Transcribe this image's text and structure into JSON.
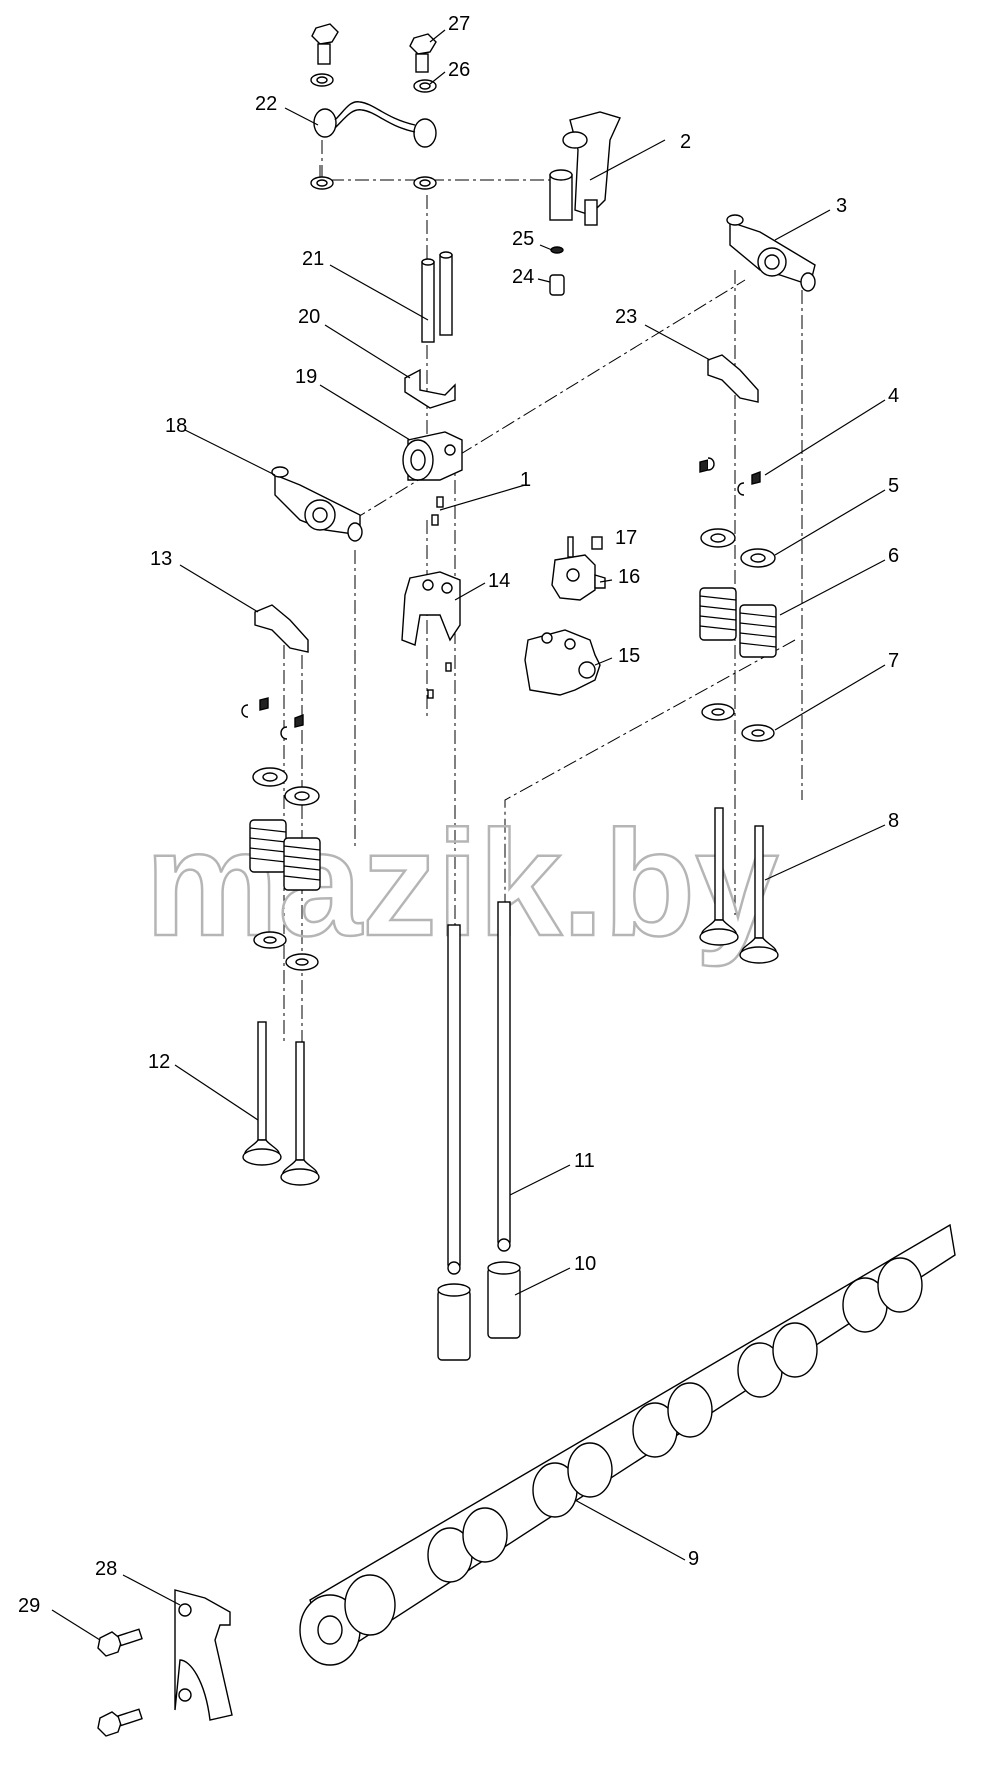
{
  "watermark": "mazik.by",
  "callouts": [
    {
      "id": "1",
      "label": "1"
    },
    {
      "id": "2",
      "label": "2"
    },
    {
      "id": "3",
      "label": "3"
    },
    {
      "id": "4",
      "label": "4"
    },
    {
      "id": "5",
      "label": "5"
    },
    {
      "id": "6",
      "label": "6"
    },
    {
      "id": "7",
      "label": "7"
    },
    {
      "id": "8",
      "label": "8"
    },
    {
      "id": "9",
      "label": "9"
    },
    {
      "id": "10",
      "label": "10"
    },
    {
      "id": "11",
      "label": "11"
    },
    {
      "id": "12",
      "label": "12"
    },
    {
      "id": "13",
      "label": "13"
    },
    {
      "id": "14",
      "label": "14"
    },
    {
      "id": "15",
      "label": "15"
    },
    {
      "id": "16",
      "label": "16"
    },
    {
      "id": "17",
      "label": "17"
    },
    {
      "id": "18",
      "label": "18"
    },
    {
      "id": "19",
      "label": "19"
    },
    {
      "id": "20",
      "label": "20"
    },
    {
      "id": "21",
      "label": "21"
    },
    {
      "id": "22",
      "label": "22"
    },
    {
      "id": "23",
      "label": "23"
    },
    {
      "id": "24",
      "label": "24"
    },
    {
      "id": "25",
      "label": "25"
    },
    {
      "id": "26",
      "label": "26"
    },
    {
      "id": "27",
      "label": "27"
    },
    {
      "id": "28",
      "label": "28"
    },
    {
      "id": "29",
      "label": "29"
    }
  ]
}
